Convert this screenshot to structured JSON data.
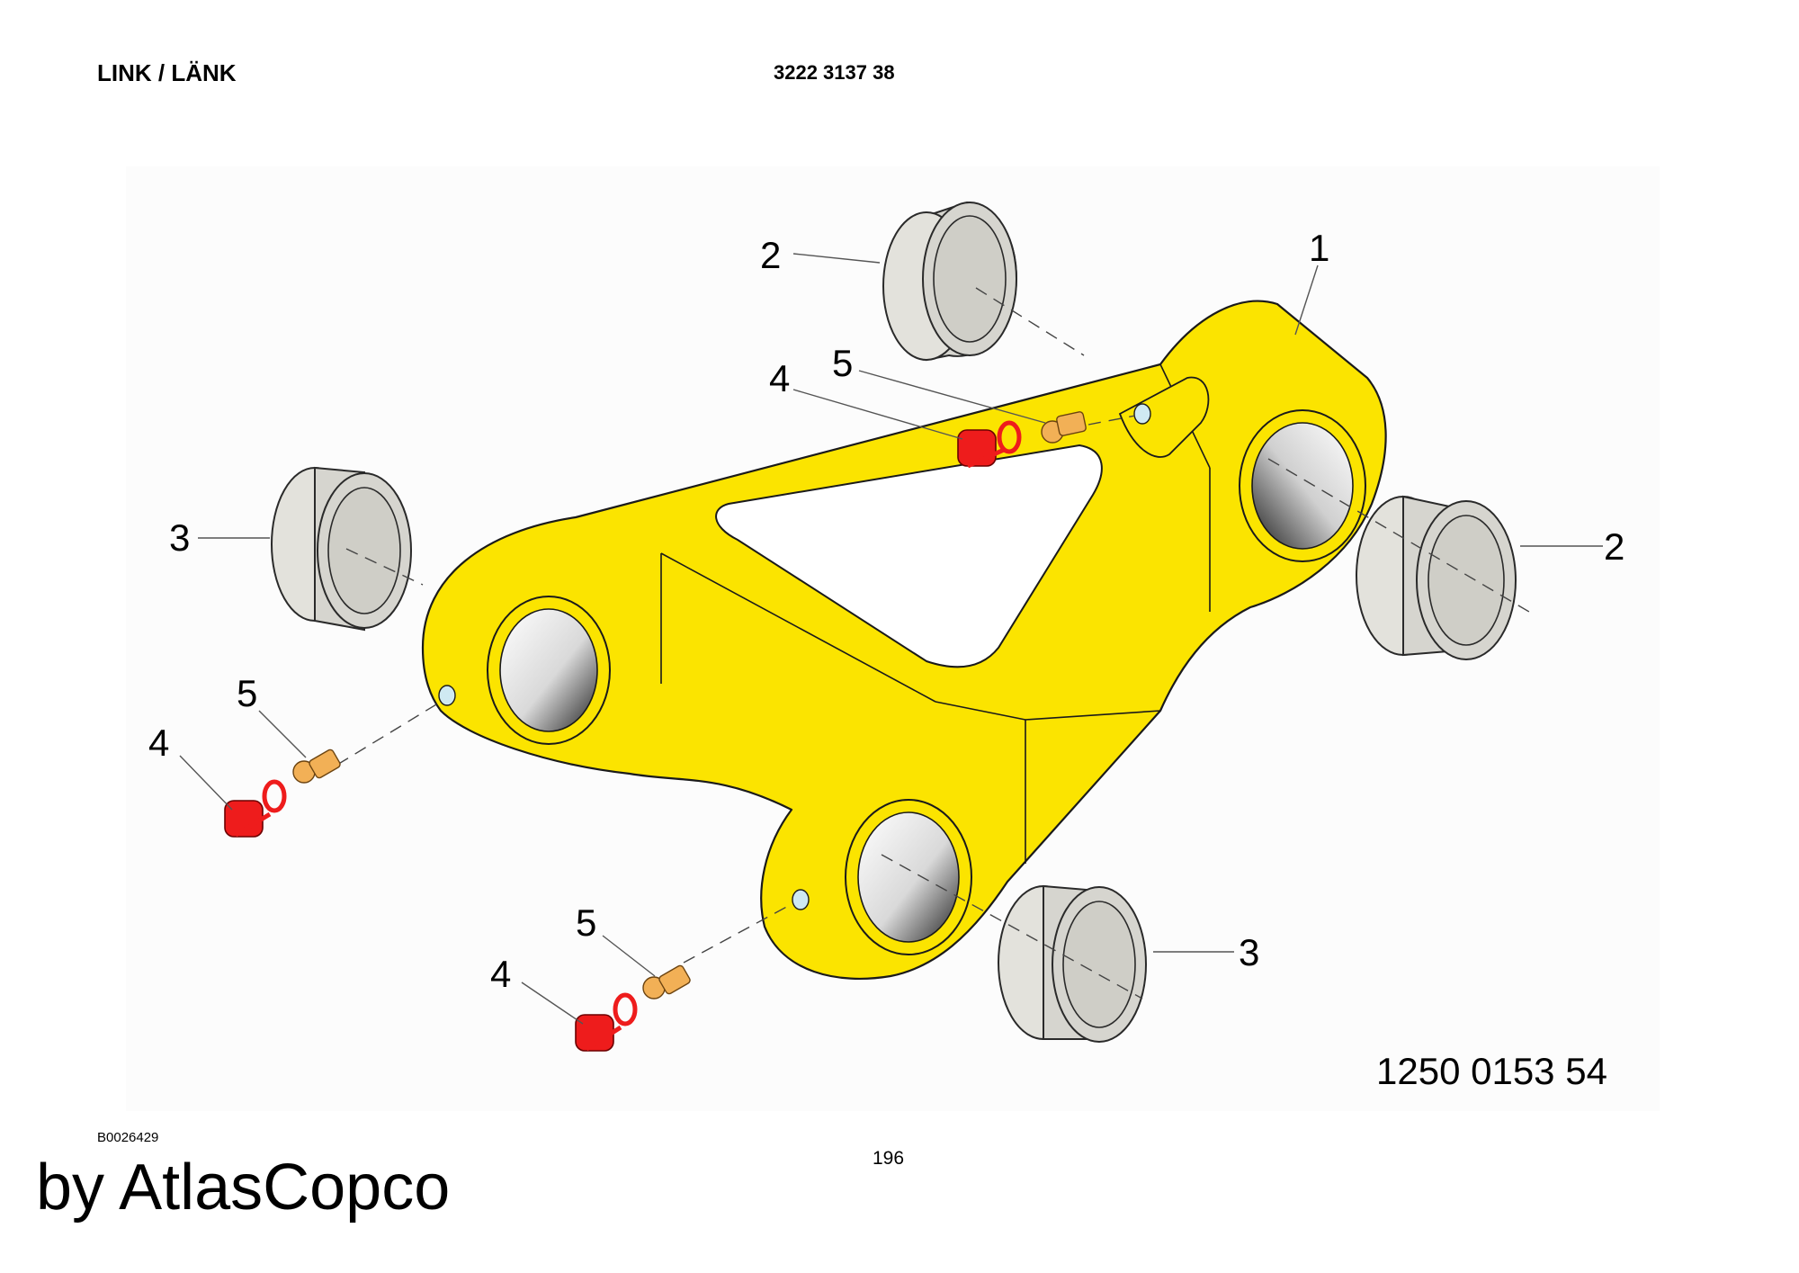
{
  "header": {
    "title": "LINK / LÄNK",
    "part_number": "3222 3137 38"
  },
  "diagram": {
    "drawing_number": "1250 0153 54",
    "callouts": {
      "link": "1",
      "bushing_a": "2",
      "bushing_b": "3",
      "cap": "4",
      "nipple": "5"
    }
  },
  "footer": {
    "figure_ref": "B0026429",
    "page_number": "196",
    "brand": "by AtlasCopco"
  },
  "colors": {
    "link": "#fbe400",
    "bushing": "#d6d5cf",
    "cap": "#ee1c1c",
    "nipple": "#f2b056",
    "background": "#ffffff"
  }
}
